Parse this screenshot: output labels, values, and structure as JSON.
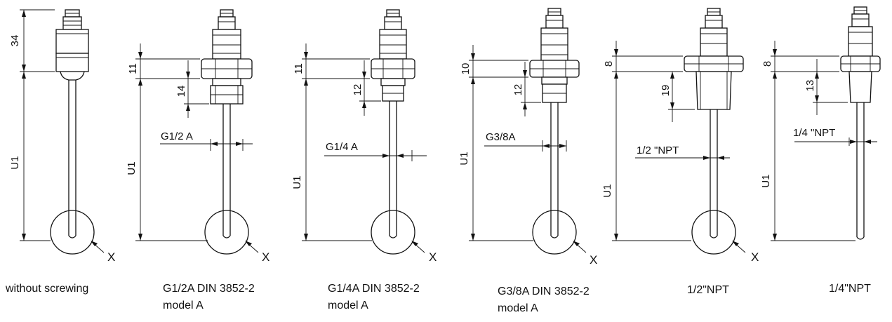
{
  "variants": [
    {
      "id": "without-screwing",
      "caption": [
        "without screwing"
      ],
      "dims": {
        "top": "34",
        "length": "U1"
      },
      "detail_mark": "X"
    },
    {
      "id": "g12a",
      "caption": [
        "G1/2A DIN 3852-2",
        "model A"
      ],
      "dims": {
        "hex": "11",
        "thread": "14",
        "length": "U1"
      },
      "thread_label": "G1/2 A",
      "detail_mark": "X"
    },
    {
      "id": "g14a",
      "caption": [
        "G1/4A DIN 3852-2",
        "model A"
      ],
      "dims": {
        "hex": "11",
        "thread": "12",
        "length": "U1"
      },
      "thread_label": "G1/4 A",
      "detail_mark": "X"
    },
    {
      "id": "g38a",
      "caption": [
        "G3/8A DIN 3852-2",
        "model A"
      ],
      "dims": {
        "hex": "10",
        "thread": "12",
        "length": "U1"
      },
      "thread_label": "G3/8A",
      "detail_mark": "X"
    },
    {
      "id": "npt12",
      "caption": [
        "1/2\"NPT"
      ],
      "dims": {
        "hex": "8",
        "thread": "19",
        "length": "U1"
      },
      "thread_label": "1/2 \"NPT",
      "detail_mark": "X"
    },
    {
      "id": "npt14",
      "caption": [
        "1/4\"NPT"
      ],
      "dims": {
        "hex": "8",
        "thread": "13",
        "length": "U1"
      },
      "thread_label": "1/4 \"NPT"
    }
  ]
}
